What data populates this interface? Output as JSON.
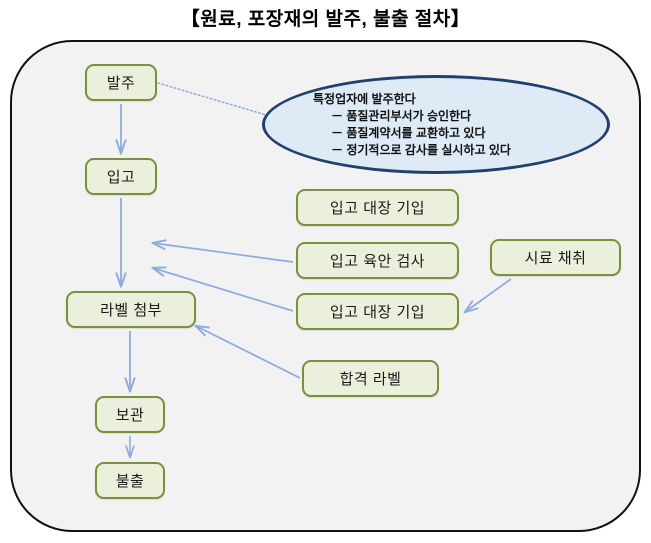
{
  "title": "【원료, 포장재의 발주, 불출 절차】",
  "diagram": {
    "type": "flowchart",
    "frame": {
      "background": "#f2f2f2",
      "border_color": "#111111"
    },
    "node_style": {
      "fill": "#eaf0dc",
      "border": "#76923c"
    },
    "arrow_color": "#8faadc",
    "callout_style": {
      "fill": "#deeaf6",
      "border": "#22406e"
    },
    "nodes": {
      "order": "발주",
      "receive": "입고",
      "label_attach": "라벨 첨부",
      "store": "보관",
      "release": "불출",
      "ledger_entry_1": "입고 대장 기입",
      "visual_inspection": "입고 육안 검사",
      "ledger_entry_2": "입고 대장 기입",
      "pass_label": "합격 라벨",
      "sampling": "시료 채취"
    },
    "callout": {
      "heading": "특정업자에 발주한다",
      "items": [
        "－ 품질관리부서가 승인한다",
        "－ 품질계약서를 교환하고 있다",
        "－ 정기적으로 감사를 실시하고 있다"
      ]
    },
    "connections": [
      {
        "from": "order",
        "to": "receive",
        "style": "solid-arrow"
      },
      {
        "from": "order",
        "to": "callout",
        "style": "dotted-line"
      },
      {
        "from": "receive",
        "to": "label_attach",
        "style": "solid-arrow"
      },
      {
        "from": "visual_inspection",
        "to": "label_attach",
        "style": "solid-arrow"
      },
      {
        "from": "ledger_entry_2",
        "to": "label_attach",
        "style": "solid-arrow"
      },
      {
        "from": "pass_label",
        "to": "label_attach",
        "style": "solid-arrow"
      },
      {
        "from": "sampling",
        "to": "ledger_entry_2",
        "style": "solid-arrow"
      },
      {
        "from": "label_attach",
        "to": "store",
        "style": "solid-arrow"
      },
      {
        "from": "store",
        "to": "release",
        "style": "solid-arrow"
      }
    ]
  }
}
